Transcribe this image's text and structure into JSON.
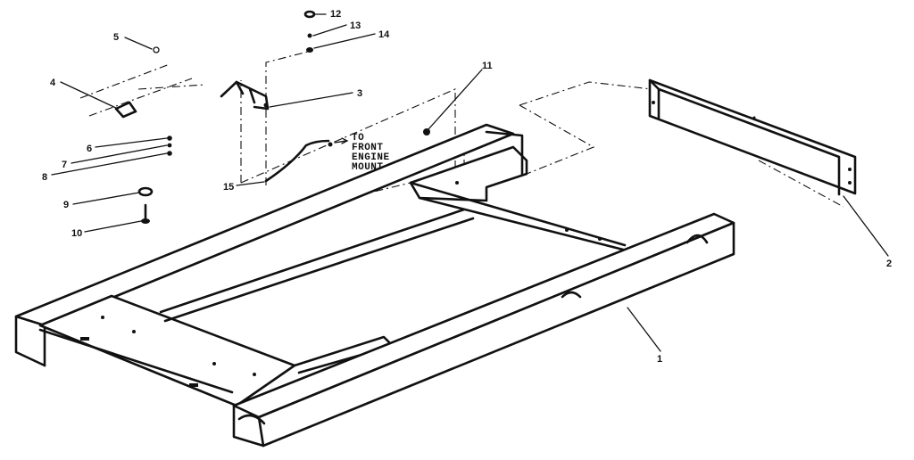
{
  "labels": {
    "p1": "1",
    "p2": "2",
    "p3": "3",
    "p4": "4",
    "p5": "5",
    "p6": "6",
    "p7": "7",
    "p8": "8",
    "p9": "9",
    "p10": "10",
    "p11": "11",
    "p12": "12",
    "p13": "13",
    "p14": "14",
    "p15": "15"
  },
  "note": {
    "line1": "TO",
    "line2": "FRONT",
    "line3": "ENGINE",
    "line4": "MOUNT"
  }
}
